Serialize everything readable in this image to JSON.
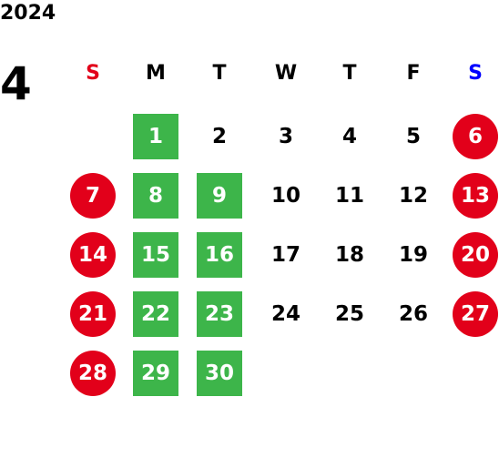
{
  "year": "2024",
  "month": "4",
  "weekdays": {
    "sun": "S",
    "mon": "M",
    "tue": "T",
    "wed": "W",
    "thu": "T",
    "fri": "F",
    "sat": "S"
  },
  "days": {
    "d1": "1",
    "d2": "2",
    "d3": "3",
    "d4": "4",
    "d5": "5",
    "d6": "6",
    "d7": "7",
    "d8": "8",
    "d9": "9",
    "d10": "10",
    "d11": "11",
    "d12": "12",
    "d13": "13",
    "d14": "14",
    "d15": "15",
    "d16": "16",
    "d17": "17",
    "d18": "18",
    "d19": "19",
    "d20": "20",
    "d21": "21",
    "d22": "22",
    "d23": "23",
    "d24": "24",
    "d25": "25",
    "d26": "26",
    "d27": "27",
    "d28": "28",
    "d29": "29",
    "d30": "30"
  },
  "colors": {
    "sunday_header": "#e2001a",
    "saturday_header": "#0000ff",
    "holiday_circle": "#e2001a",
    "highlight_square": "#3db54a"
  }
}
